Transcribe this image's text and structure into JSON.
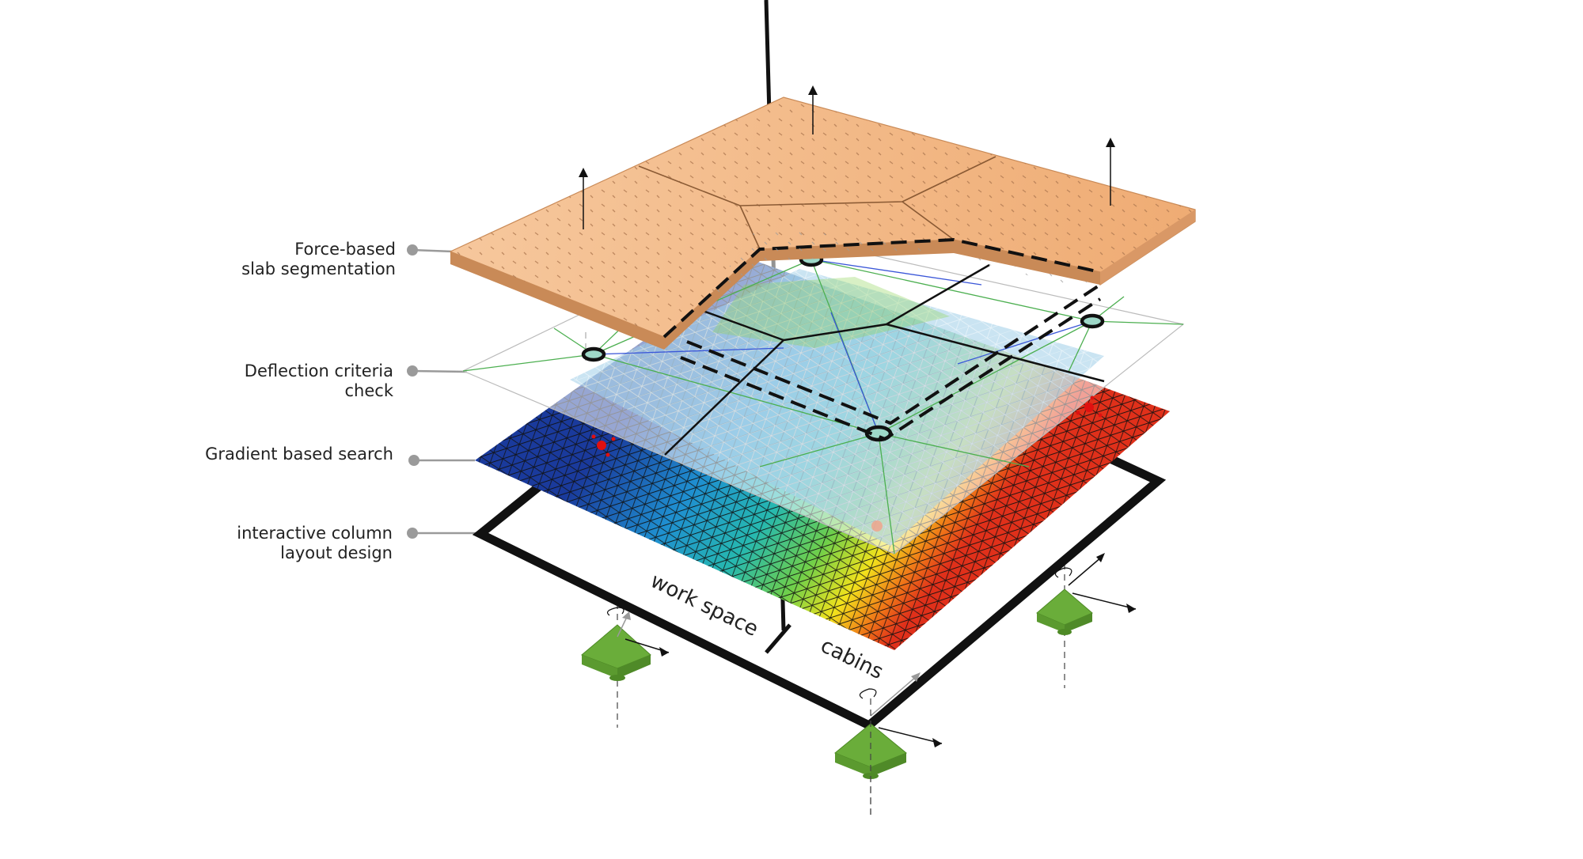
{
  "labels": {
    "force": [
      "Force-based",
      "slab segmentation"
    ],
    "deflection": [
      "Deflection criteria",
      "check"
    ],
    "gradient": [
      "Gradient based search"
    ],
    "interactive": [
      "interactive column",
      "layout design"
    ]
  },
  "zones": {
    "work_space": "work space",
    "cabins": "cabins"
  },
  "colors": {
    "slab": "#f2b787",
    "slab_edge": "#c98a57",
    "column": "#6aad3a",
    "frame": "#111111",
    "leader": "#9a9a9a",
    "marker": "#e01010"
  },
  "heatmap_colors": [
    "#1a3a9c",
    "#1f8fd0",
    "#26b8b0",
    "#6fcf4a",
    "#f2e21c",
    "#f07a18",
    "#e0301a"
  ]
}
